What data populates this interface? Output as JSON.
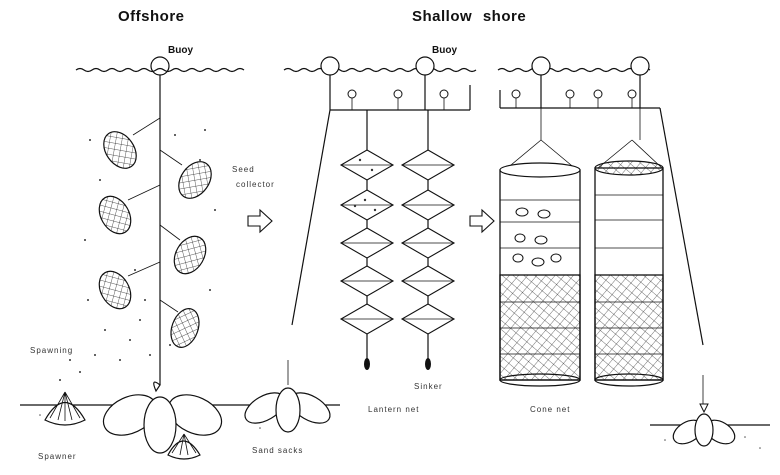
{
  "labels": {
    "offshore": "Offshore",
    "shallow_shore": "Shallow shore",
    "buoy_left": "Buoy",
    "buoy_right": "Buoy",
    "seed_collector_1": "Seed",
    "seed_collector_2": "collector",
    "spawning": "Spawning",
    "spawner": "Spawner",
    "sand_sacks": "Sand sacks",
    "sinker": "Sinker",
    "lantern_net": "Lantern net",
    "cone_net": "Cone net"
  },
  "colors": {
    "ink": "#111111",
    "background": "#ffffff"
  }
}
